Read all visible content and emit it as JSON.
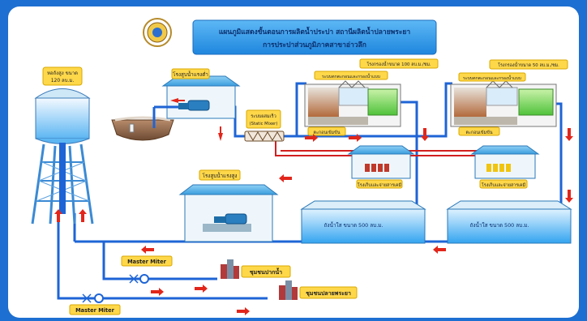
{
  "title": {
    "line1": "แผนภูมิแสดงขั้นตอนการผลิตน้ำประปา สถานีผลิตน้ำปลายพระยา",
    "line2": "การประปาส่วนภูมิภาคสาขาอ่าวลึก"
  },
  "labels": {
    "tower": "หอถังสูง ขนาด",
    "tower_capacity": "120 ลบ.ม.",
    "raw_pump_house": "โรงสูบน้ำแรงต่ำ",
    "static_mixer_th": "ระบบผสมเร็ว",
    "static_mixer_en": "(Static Mixer)",
    "plant1": "โรงกรองน้ำขนาด 100 ลบ.ม./ชม.",
    "plant2": "โรงกรองน้ำขนาด 50 ลบ.ม./ชม.",
    "sediment1": "ระบบตกตะกอนและกรองน้ำแบบ",
    "sediment2": "ระบบตกตะกอนและกรองน้ำแบบ",
    "sludge1": "ตะกอนเข้มข้น",
    "sludge2": "ตะกอนเข้มข้น",
    "chem_house1": "โรงเก็บและจ่ายสารเคมี",
    "chem_house2": "โรงเก็บและจ่ายสารเคมี",
    "high_pump_house": "โรงสูบน้ำแรงสูง",
    "clear_tank1": "ถังน้ำใส ขนาด 500 ลบ.ม.",
    "clear_tank2": "ถังน้ำใส ขนาด 500 ลบ.ม.",
    "meter1": "Master Miter",
    "meter2": "Master Miter",
    "community1": "ชุมชนปากน้ำ",
    "community2": "ชุมชนปลายพระยา"
  },
  "colors": {
    "frame": "#1d6fd1",
    "pipe": "#1e64d6",
    "red_pipe": "#d21f1f",
    "arrow": "#e2261b",
    "label_fill": "#ffd84a",
    "title_fill": "#2e9be8"
  }
}
